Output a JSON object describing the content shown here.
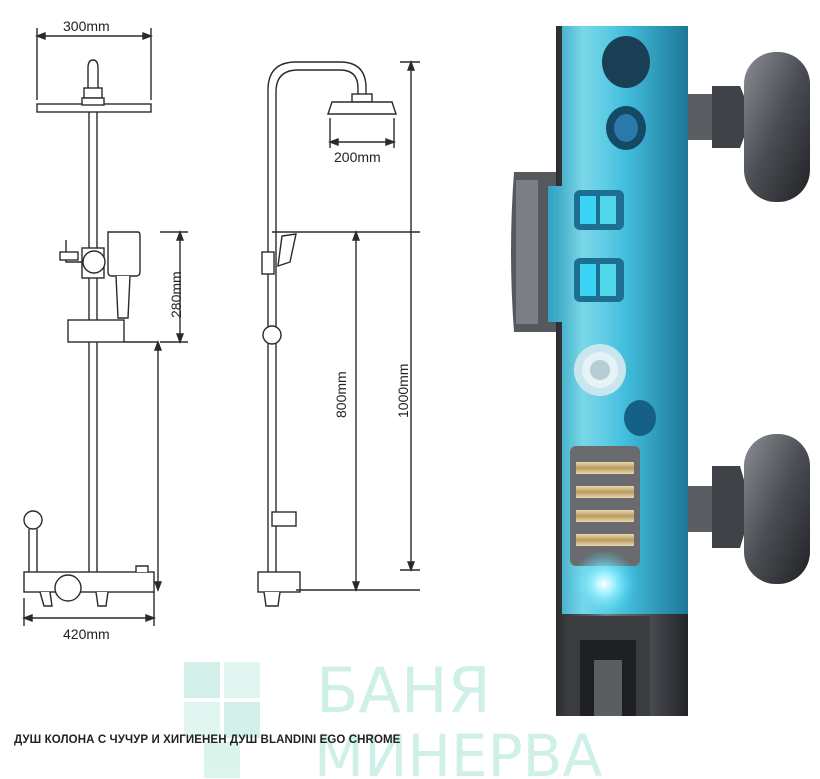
{
  "dimensions": {
    "head_width_front": "300mm",
    "head_diameter_side": "200mm",
    "slider_height": "280mm",
    "rail_height": "800mm",
    "total_height": "1000mm",
    "base_width": "420mm"
  },
  "caption": "ДУШ КОЛОНА С ЧУЧУР И ХИГИЕНЕН ДУШ BLANDINI EGO CHROME",
  "watermark": {
    "line1": "БАНЯ",
    "line2": "МИНЕРВА"
  },
  "colors": {
    "line": "#2a2a2a",
    "cutaway_glow": "#3fd0f0",
    "metal": "#4a4d52",
    "watermark": "#a9e4d6"
  }
}
